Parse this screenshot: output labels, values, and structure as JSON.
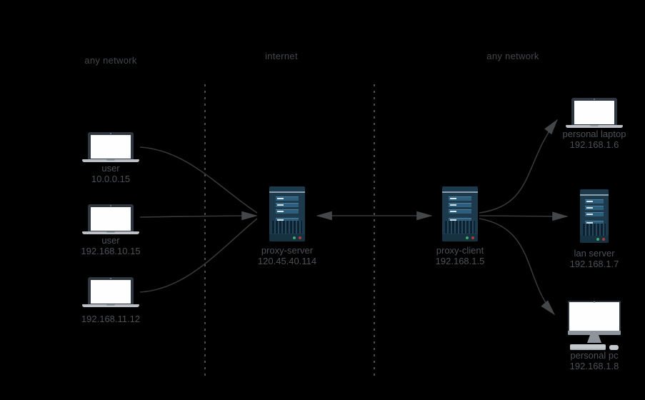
{
  "diagram": {
    "sections": [
      {
        "id": "left",
        "label": "any network"
      },
      {
        "id": "middle",
        "label": "internet"
      },
      {
        "id": "right",
        "label": "any network"
      }
    ],
    "nodes": [
      {
        "id": "user-1",
        "type": "laptop",
        "name": "user",
        "ip": "10.0.0.15"
      },
      {
        "id": "user-2",
        "type": "laptop",
        "name": "user",
        "ip": "192.168.10.15"
      },
      {
        "id": "user-3",
        "type": "laptop",
        "name": "",
        "ip": "192.168.11.12"
      },
      {
        "id": "proxy-server",
        "type": "server",
        "name": "proxy-server",
        "ip": "120.45.40.114"
      },
      {
        "id": "proxy-client",
        "type": "server",
        "name": "proxy-client",
        "ip": "192.168.1.5"
      },
      {
        "id": "personal-laptop",
        "type": "laptop",
        "name": "personal laptop",
        "ip": "192.168.1.6"
      },
      {
        "id": "lan-server",
        "type": "server",
        "name": "lan server",
        "ip": "192.168.1.7"
      },
      {
        "id": "personal-pc",
        "type": "desktop",
        "name": "personal pc",
        "ip": "192.168.1.8"
      }
    ],
    "edges": [
      {
        "from": "user-1",
        "to": "proxy-server",
        "directed": true
      },
      {
        "from": "user-2",
        "to": "proxy-server",
        "directed": true
      },
      {
        "from": "user-3",
        "to": "proxy-server",
        "directed": true
      },
      {
        "from": "proxy-server",
        "to": "proxy-client",
        "bidirectional": true
      },
      {
        "from": "proxy-client",
        "to": "personal-laptop",
        "directed": true
      },
      {
        "from": "proxy-client",
        "to": "lan-server",
        "directed": true
      },
      {
        "from": "proxy-client",
        "to": "personal-pc",
        "directed": true
      }
    ],
    "colors": {
      "background": "#000000",
      "line": "#38383a",
      "arrow": "#43474a",
      "text": "#4d5156",
      "header": "#43474b",
      "server_body": "#1d3a4c",
      "server_bar": "#2d5f7d",
      "led_green": "#3fae6d",
      "led_red": "#b03a3a"
    }
  }
}
